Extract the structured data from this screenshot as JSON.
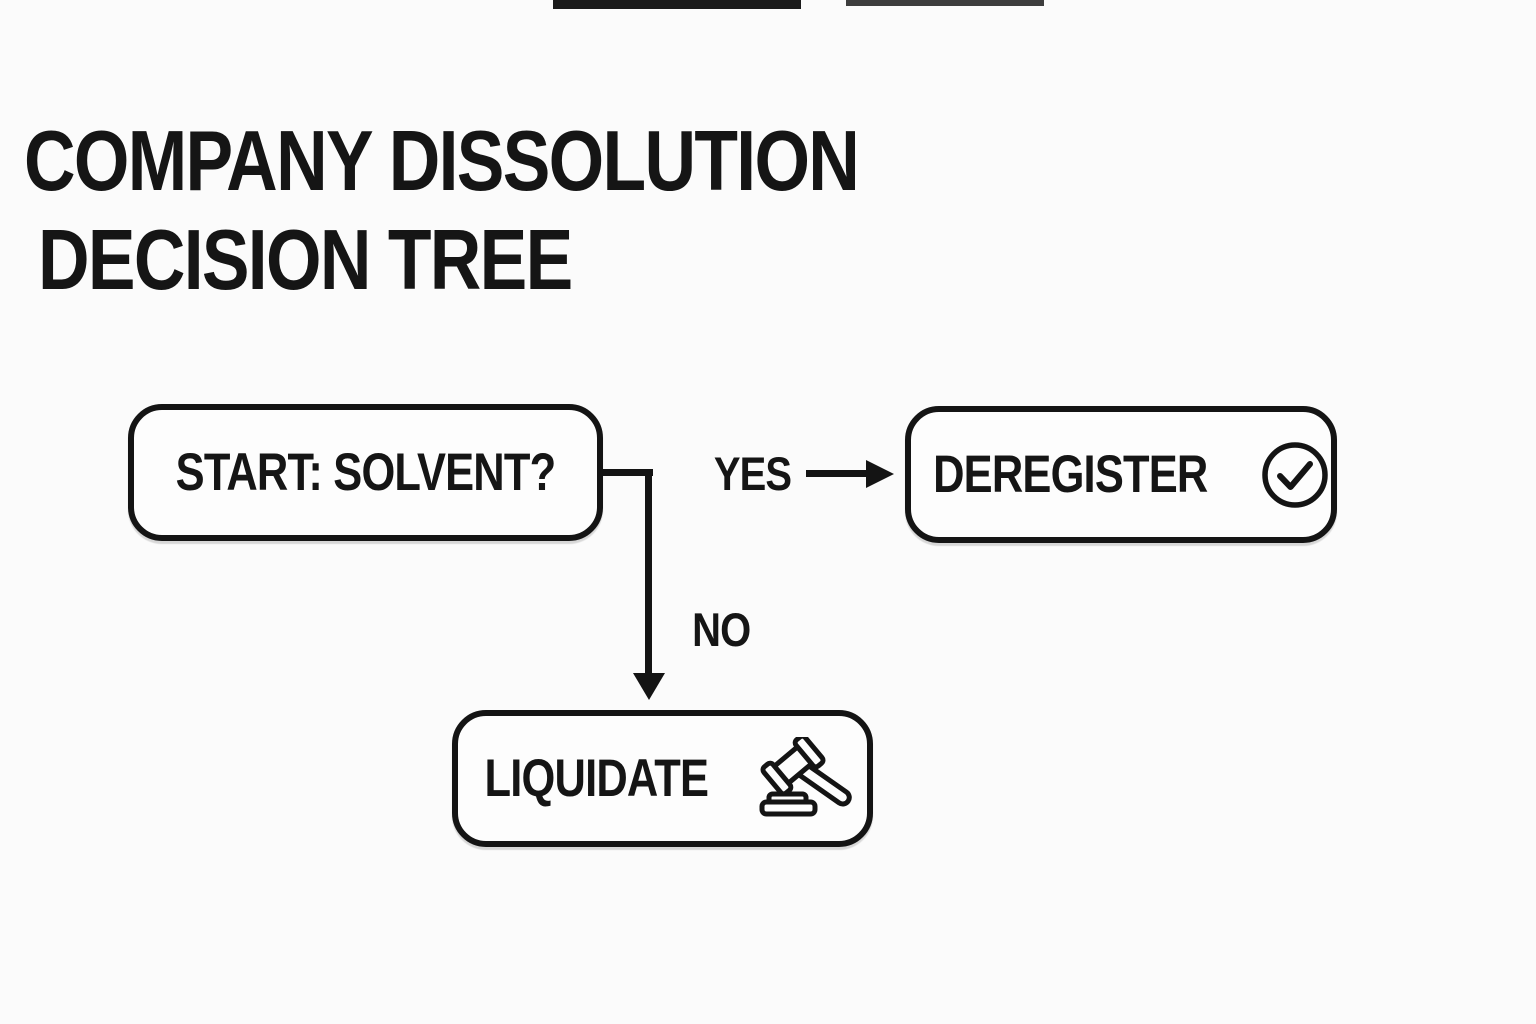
{
  "page": {
    "background_color": "#fbfbfb",
    "ink_color": "#141414"
  },
  "title": {
    "line1": "COMPANY DISSOLUTION",
    "line2": "DECISION TREE"
  },
  "diagram": {
    "type": "decision-tree-flowchart",
    "nodes": {
      "start": {
        "label": "START: SOLVENT?"
      },
      "deregister": {
        "label": "DEREGISTER",
        "icon": "check-circle-icon"
      },
      "liquidate": {
        "label": "LIQUIDATE",
        "icon": "gavel-icon"
      }
    },
    "edges": {
      "yes": {
        "label": "YES",
        "from": "start",
        "to": "deregister",
        "direction": "right"
      },
      "no": {
        "label": "NO",
        "from": "start",
        "to": "liquidate",
        "direction": "down"
      }
    }
  }
}
